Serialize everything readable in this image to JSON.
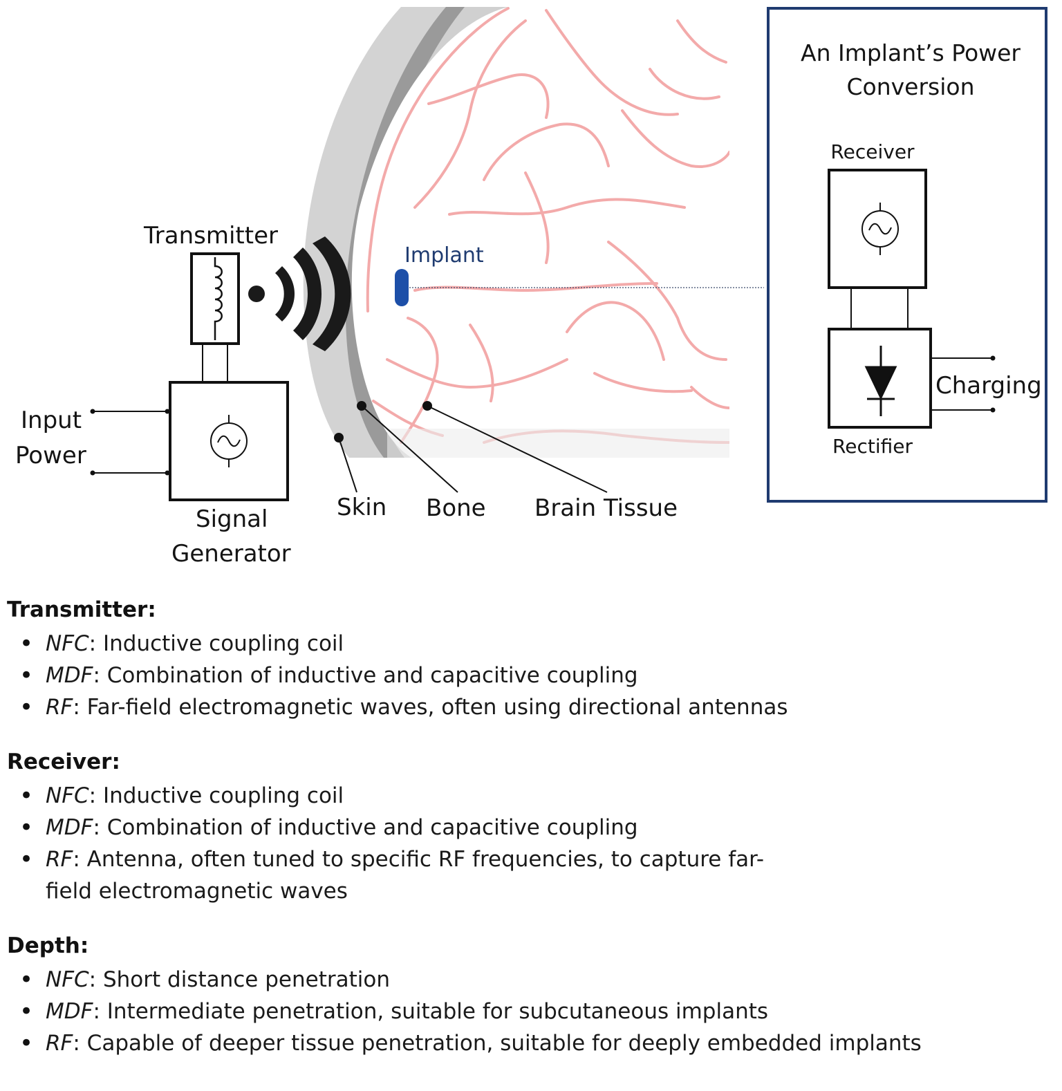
{
  "diagram": {
    "labels": {
      "transmitter": "Transmitter",
      "input_power_line1": "Input",
      "input_power_line2": "Power",
      "signal_generator_line1": "Signal",
      "signal_generator_line2": "Generator",
      "implant": "Implant",
      "skin": "Skin",
      "bone": "Bone",
      "brain_tissue": "Brain Tissue"
    },
    "inset": {
      "title_line1": "An Implant’s Power",
      "title_line2": "Conversion",
      "receiver": "Receiver",
      "rectifier": "Rectifier",
      "charging": "Charging"
    },
    "colors": {
      "inset_border": "#1f3b70",
      "implant": "#1d4fa8",
      "brain_lines": "#f3aaaa",
      "skin": "#d3d3d3",
      "bone": "#9a9a9a"
    },
    "icons": [
      "ac-source-icon",
      "inductor-coil-icon",
      "wireless-waves-icon",
      "diode-icon"
    ]
  },
  "notes": {
    "sections": [
      {
        "heading": "Transmitter:",
        "items": [
          {
            "term": "NFC",
            "text": ": Inductive coupling coil"
          },
          {
            "term": "MDF",
            "text": ": Combination of inductive and capacitive coupling"
          },
          {
            "term": "RF",
            "text": ": Far-field electromagnetic waves, often using directional antennas"
          }
        ]
      },
      {
        "heading": "Receiver:",
        "items": [
          {
            "term": "NFC",
            "text": ": Inductive coupling coil"
          },
          {
            "term": "MDF",
            "text": ": Combination of inductive and capacitive coupling"
          },
          {
            "term": "RF",
            "text": ": Antenna, often tuned to specific RF frequencies, to capture far-field electromagnetic waves"
          }
        ]
      },
      {
        "heading": "Depth:",
        "items": [
          {
            "term": "NFC",
            "text": ": Short distance penetration"
          },
          {
            "term": "MDF",
            "text": ": Intermediate penetration, suitable for subcutaneous implants"
          },
          {
            "term": "RF",
            "text": ": Capable of deeper tissue penetration, suitable for deeply embedded implants"
          }
        ]
      }
    ]
  }
}
